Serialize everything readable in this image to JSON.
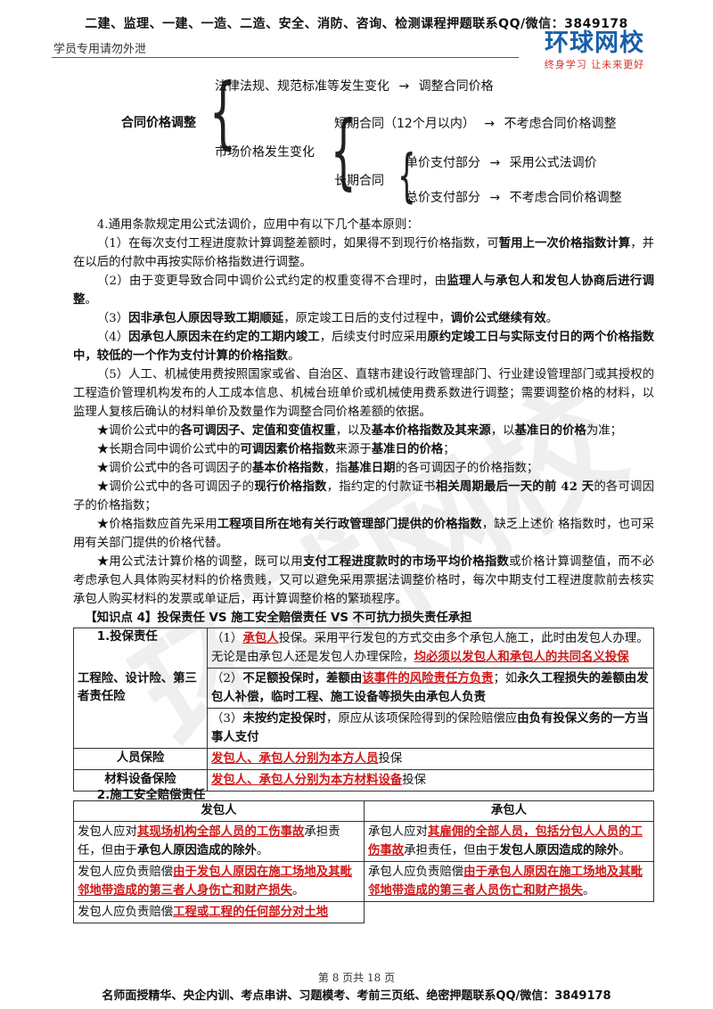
{
  "header": {
    "top_line": "二建、监理、一建、一造、二造、安全、消防、咨询、检测课程押题联系QQ/微信：3849178",
    "left_note": "学员专用请勿外泄",
    "logo_main": "环球网校",
    "logo_sub": "终身学习 让未来更好"
  },
  "diagram": {
    "root": "合同价格调整",
    "branch1": "法律法规、规范标准等发生变化",
    "branch1_result": "调整合同价格",
    "branch2": "市场价格发生变化",
    "short": "短期合同（12个月以内）",
    "short_result": "不考虑合同价格调整",
    "long": "长期合同",
    "unit": "单价支付部分",
    "unit_result": "采用公式法调价",
    "total": "总价支付部分",
    "total_result": "不考虑合同价格调整",
    "arrow": "→"
  },
  "body": {
    "p0": "4.通用条款规定用公式法调价，应用中有以下几个基本原则：",
    "p1a": "（1）在每次支付工程进度款计算调整差额时，如果得不到现行价格指数，可",
    "p1b": "暂用上一次价格指数计算",
    "p1c": "，并在以后的付款中再按实际价格指数进行调整。",
    "p2a": "（2）由于变更导致合同中调价公式约定的权重变得不合理时，由",
    "p2b": "监理人与承包人和发包人协商后进行调整",
    "p2c": "。",
    "p3a": "（3）",
    "p3b": "因非承包人原因导致工期顺延",
    "p3c": "，原定竣工日后的支付过程中，",
    "p3d": "调价公式继续有效",
    "p3e": "。",
    "p4a": "（4）",
    "p4b": "因承包人原因未在约定的工期内竣工",
    "p4c": "，后续支付时应采用",
    "p4d": "原约定竣工日与实际支付日的两个价格指数中，较低的一个作为支付计算的价格指数",
    "p4e": "。",
    "p5": "（5）人工、机械使用费按照国家或省、自治区、直辖市建设行政管理部门、行业建设管理部门或其授权的工程造价管理机构发布的人工成本信息、机械台班单价或机械使用费系数进行调整；需要调整价格的材料，以监理人复核后确认的材料单价及数量作为调整合同价格差额的依据。",
    "s1a": "★调价公式中的",
    "s1b": "各可调因子、定值和变值权重",
    "s1c": "，以及",
    "s1d": "基本价格指数及其来源",
    "s1e": "，以",
    "s1f": "基准日的价格",
    "s1g": "为准；",
    "s2a": "★长期合同中调价公式中的",
    "s2b": "可调因素价格指数",
    "s2c": "来源于",
    "s2d": "基准日的价格",
    "s2e": "；",
    "s3a": "★调价公式中的各可调因子的",
    "s3b": "基本价格指数",
    "s3c": "，指",
    "s3d": "基准日期",
    "s3e": "的各可调因子的价格指数；",
    "s4a": "★调价公式中的各可调因子的",
    "s4b": "现行价格指数",
    "s4c": "，指约定的付款证书",
    "s4d": "相关周期最后一天的前 42 天",
    "s4e": "的各可调因子的价格指数；",
    "s5a": "★价格指数应首先采用",
    "s5b": "工程项目所在地有关行政管理部门提供的价格指数",
    "s5c": "，缺乏上述价  格指数时，也可采用有关部门提供的价格代替。",
    "s6a": "★用公式法计算价格的调整，既可以用",
    "s6b": "支付工程进度款时的市场平均价格指数",
    "s6c": "或价格计算调整值，而不必考虑承包人具体购买材料的价格贵贱，又可以避免采用票据法调整价格时，每次中期支付工程进度款前去核实承包人购买材料的发票或单证后，再计算调整价格的繁琐程序。",
    "k4": "【知识点 4】投保责任 VS 施工安全赔偿责任 VS 不可抗力损失责任承担",
    "sec1": "1.投保责任",
    "sec2": "2.施工安全赔偿责任"
  },
  "table1": {
    "label": "工程险、设计险、第三者责任险",
    "r1a": "（1）",
    "r1b": "承包人",
    "r1c": "投保。采用平行发包的方式交由多个承包人施工，此时由发包人办理。无论是由承包人还是发包人办理保险，",
    "r1d": "均必须以发包人和承包人的共同名义投保",
    "r2a": "（2）",
    "r2b": "不足额投保时，差额由",
    "r2c": "该事件的风险责任方负责",
    "r2d": "；如",
    "r2e": "永久工程损失的差额由发包人补偿，临时工程、施工设备等损失由承包人负责",
    "r3a": "（3）",
    "r3b": "未按约定投保时",
    "r3c": "，原应从该项保险得到的保险赔偿应",
    "r3d": "由负有投保义务的一方当事人支付",
    "person_label": "人员保险",
    "person_a": "发包人、承包人分别为本方人员",
    "person_b": "投保",
    "mat_label": "材料设备保险",
    "mat_a": "发包人、承包人分别为本方材料设备",
    "mat_b": "投保"
  },
  "table2": {
    "h1": "发包人",
    "h2": "承包人",
    "a1a": "发包人应对",
    "a1b": "其现场机构全部人员的工伤事故",
    "a1c": "承担责任，但由于",
    "a1d": "承包人原因造成的除外",
    "a1e": "。",
    "b1a": "承包人应对",
    "b1b": "其雇佣的全部人员，包括分包人人员的工伤事故",
    "b1c": "承担责任，但由于",
    "b1d": "发包人原因造成的除外",
    "b1e": "。",
    "a2a": "发包人应负责赔偿",
    "a2b": "由于发包人原因在施工场地及其毗邻地带造成的第三者人身伤亡和财产损失",
    "a2c": "。",
    "b2a": "承包人应负责赔偿",
    "b2b": "由于承包人原因在施工场地及其毗邻地带造成的第三者人员伤亡和财产损失",
    "b2c": "。",
    "a3a": "发包人应负责赔偿",
    "a3b": "工程或工程的任何部分对土地"
  },
  "footer": {
    "page": "第 8 页共 18 页",
    "line": "名师面授精华、央企内训、考点串讲、习题模考、考前三页纸、绝密押题联系QQ/微信：3849178"
  }
}
